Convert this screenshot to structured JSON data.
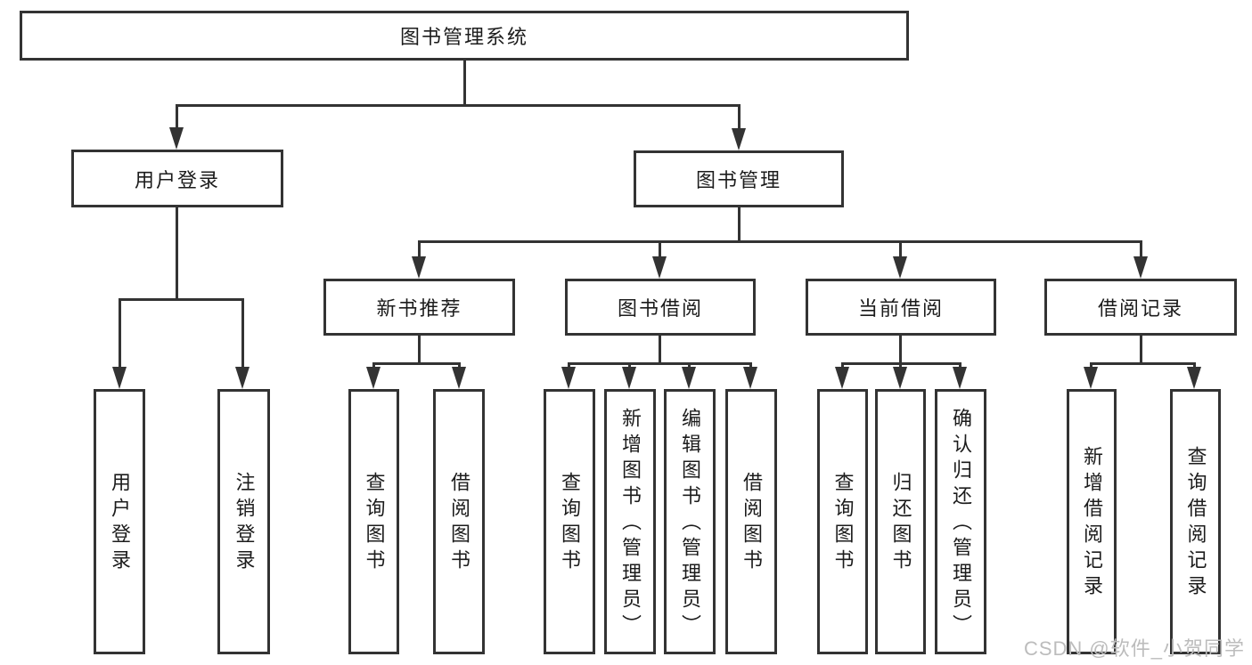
{
  "diagram": {
    "title_node": {
      "label": "图书管理系统"
    },
    "level2": [
      {
        "label": "用户登录"
      },
      {
        "label": "图书管理"
      }
    ],
    "level3": [
      {
        "label": "新书推荐"
      },
      {
        "label": "图书借阅"
      },
      {
        "label": "当前借阅"
      },
      {
        "label": "借阅记录"
      }
    ],
    "leaves": [
      {
        "label": "用户登录"
      },
      {
        "label": "注销登录"
      },
      {
        "label": "查询图书"
      },
      {
        "label": "借阅图书"
      },
      {
        "label": "查询图书"
      },
      {
        "label": "新增图书（管理员）"
      },
      {
        "label": "编辑图书（管理员）"
      },
      {
        "label": "借阅图书"
      },
      {
        "label": "查询图书"
      },
      {
        "label": "归还图书"
      },
      {
        "label": "确认归还（管理员）"
      },
      {
        "label": "新增借阅记录"
      },
      {
        "label": "查询借阅记录"
      }
    ]
  },
  "watermark": "CSDN @软件_小贺同学",
  "colors": {
    "line": "#333333",
    "text": "#1c1c1c",
    "watermark": "#bcbcbc",
    "background": "#ffffff"
  }
}
